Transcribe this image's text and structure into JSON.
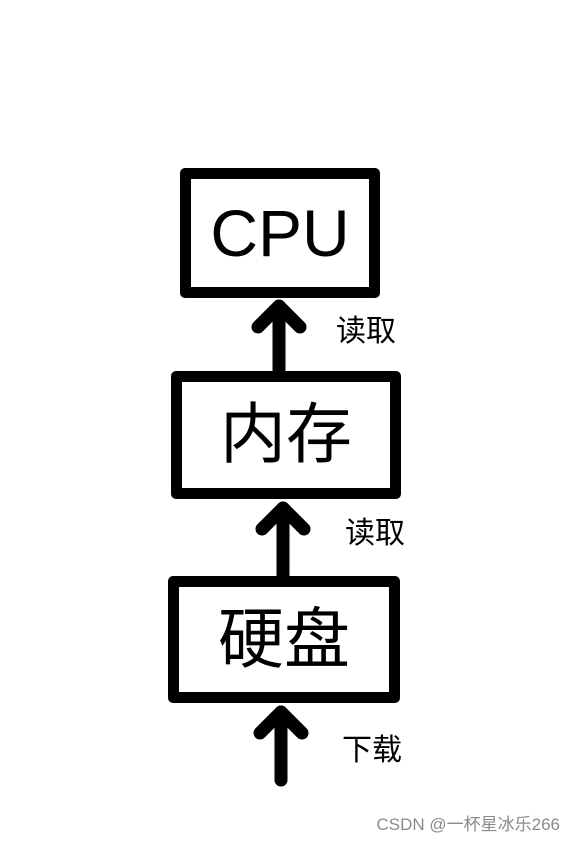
{
  "diagram": {
    "nodes": [
      {
        "id": "cpu",
        "label": "CPU"
      },
      {
        "id": "memory",
        "label": "内存"
      },
      {
        "id": "disk",
        "label": "硬盘"
      }
    ],
    "edges": [
      {
        "from": "memory",
        "to": "cpu",
        "label": "读取"
      },
      {
        "from": "disk",
        "to": "memory",
        "label": "读取"
      },
      {
        "from": "external",
        "to": "disk",
        "label": "下载"
      }
    ]
  },
  "watermark": "CSDN @一杯星冰乐266",
  "colors": {
    "stroke": "#000000",
    "background": "#ffffff",
    "watermark": "#8a8a8a"
  }
}
